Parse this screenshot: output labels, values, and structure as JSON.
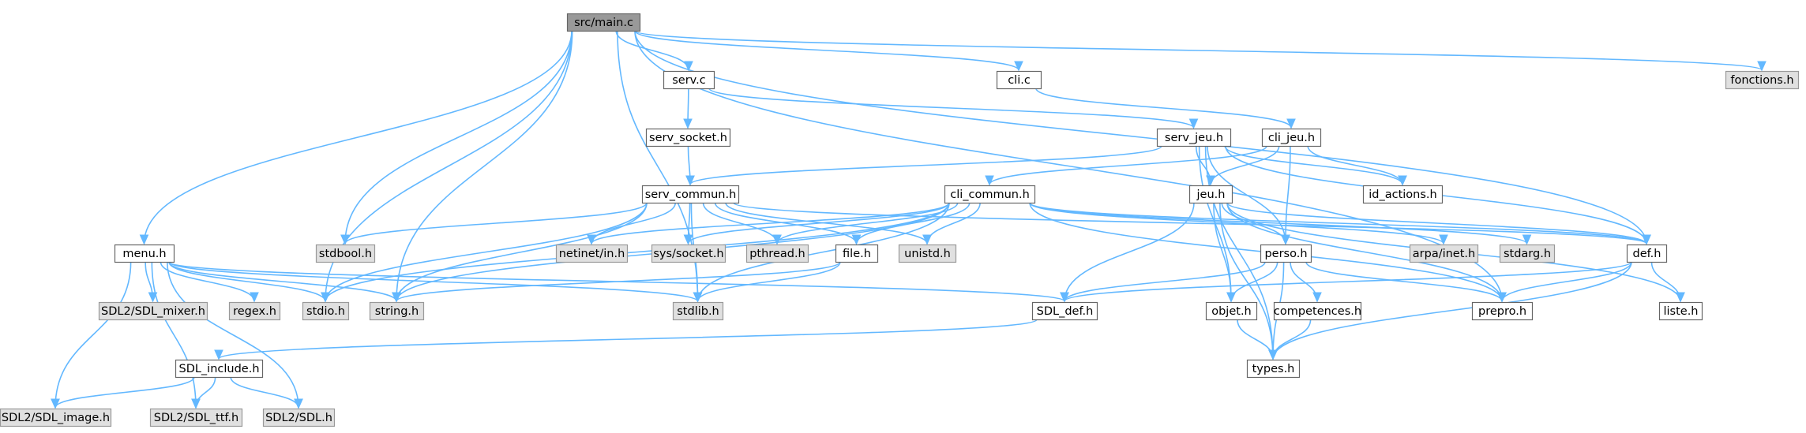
{
  "colors": {
    "edge": "#63b8ff",
    "node_fill": "#ffffff",
    "node_stroke": "#666666",
    "system_fill": "#e0e0e0",
    "system_stroke": "#999999",
    "root_fill": "#999999",
    "root_stroke": "#666666",
    "text": "#000000"
  },
  "nodes": [
    {
      "id": "main_c",
      "label": "src/main.c",
      "kind": "root"
    },
    {
      "id": "menu_h",
      "label": "menu.h",
      "kind": "file"
    },
    {
      "id": "serv_c",
      "label": "serv.c",
      "kind": "file"
    },
    {
      "id": "cli_c",
      "label": "cli.c",
      "kind": "file"
    },
    {
      "id": "fonctions_h",
      "label": "fonctions.h",
      "kind": "system"
    },
    {
      "id": "serv_socket_h",
      "label": "serv_socket.h",
      "kind": "file"
    },
    {
      "id": "serv_jeu_h",
      "label": "serv_jeu.h",
      "kind": "file"
    },
    {
      "id": "cli_jeu_h",
      "label": "cli_jeu.h",
      "kind": "file"
    },
    {
      "id": "serv_commun_h",
      "label": "serv_commun.h",
      "kind": "file"
    },
    {
      "id": "cli_commun_h",
      "label": "cli_commun.h",
      "kind": "file"
    },
    {
      "id": "jeu_h",
      "label": "jeu.h",
      "kind": "file"
    },
    {
      "id": "id_actions_h",
      "label": "id_actions.h",
      "kind": "file"
    },
    {
      "id": "stdbool_h",
      "label": "stdbool.h",
      "kind": "system"
    },
    {
      "id": "netinet_h",
      "label": "netinet/in.h",
      "kind": "system"
    },
    {
      "id": "syssocket_h",
      "label": "sys/socket.h",
      "kind": "system"
    },
    {
      "id": "pthread_h",
      "label": "pthread.h",
      "kind": "system"
    },
    {
      "id": "file_h",
      "label": "file.h",
      "kind": "file"
    },
    {
      "id": "unistd_h",
      "label": "unistd.h",
      "kind": "system"
    },
    {
      "id": "arpainet_h",
      "label": "arpa/inet.h",
      "kind": "system"
    },
    {
      "id": "stdarg_h",
      "label": "stdarg.h",
      "kind": "system"
    },
    {
      "id": "def_h",
      "label": "def.h",
      "kind": "file"
    },
    {
      "id": "perso_h",
      "label": "perso.h",
      "kind": "file"
    },
    {
      "id": "sdl_mixer_h",
      "label": "SDL2/SDL_mixer.h",
      "kind": "system"
    },
    {
      "id": "regex_h",
      "label": "regex.h",
      "kind": "system"
    },
    {
      "id": "stdio_h",
      "label": "stdio.h",
      "kind": "system"
    },
    {
      "id": "string_h",
      "label": "string.h",
      "kind": "system"
    },
    {
      "id": "stdlib_h",
      "label": "stdlib.h",
      "kind": "system"
    },
    {
      "id": "sdl_def_h",
      "label": "SDL_def.h",
      "kind": "file"
    },
    {
      "id": "objet_h",
      "label": "objet.h",
      "kind": "file"
    },
    {
      "id": "competences_h",
      "label": "competences.h",
      "kind": "file"
    },
    {
      "id": "prepro_h",
      "label": "prepro.h",
      "kind": "file"
    },
    {
      "id": "liste_h",
      "label": "liste.h",
      "kind": "file"
    },
    {
      "id": "sdl_include_h",
      "label": "SDL_include.h",
      "kind": "file"
    },
    {
      "id": "types_h",
      "label": "types.h",
      "kind": "file"
    },
    {
      "id": "sdl_image_h",
      "label": "SDL2/SDL_image.h",
      "kind": "system"
    },
    {
      "id": "sdl_ttf_h",
      "label": "SDL2/SDL_ttf.h",
      "kind": "system"
    },
    {
      "id": "sdl_h",
      "label": "SDL2/SDL.h",
      "kind": "system"
    }
  ],
  "edges": [
    [
      "main_c",
      "menu_h"
    ],
    [
      "main_c",
      "serv_c"
    ],
    [
      "main_c",
      "cli_c"
    ],
    [
      "main_c",
      "fonctions_h"
    ],
    [
      "main_c",
      "stdbool_h"
    ],
    [
      "main_c",
      "stdio_h"
    ],
    [
      "main_c",
      "string_h"
    ],
    [
      "main_c",
      "stdlib_h"
    ],
    [
      "main_c",
      "def_h"
    ],
    [
      "main_c",
      "prepro_h"
    ],
    [
      "serv_c",
      "serv_socket_h"
    ],
    [
      "serv_c",
      "serv_jeu_h"
    ],
    [
      "cli_c",
      "cli_jeu_h"
    ],
    [
      "serv_socket_h",
      "serv_commun_h"
    ],
    [
      "serv_jeu_h",
      "serv_commun_h"
    ],
    [
      "serv_jeu_h",
      "jeu_h"
    ],
    [
      "serv_jeu_h",
      "id_actions_h"
    ],
    [
      "serv_jeu_h",
      "perso_h"
    ],
    [
      "serv_jeu_h",
      "objet_h"
    ],
    [
      "serv_jeu_h",
      "types_h"
    ],
    [
      "serv_jeu_h",
      "def_h"
    ],
    [
      "cli_jeu_h",
      "cli_commun_h"
    ],
    [
      "cli_jeu_h",
      "jeu_h"
    ],
    [
      "cli_jeu_h",
      "id_actions_h"
    ],
    [
      "cli_jeu_h",
      "perso_h"
    ],
    [
      "serv_commun_h",
      "stdbool_h"
    ],
    [
      "serv_commun_h",
      "netinet_h"
    ],
    [
      "serv_commun_h",
      "syssocket_h"
    ],
    [
      "serv_commun_h",
      "pthread_h"
    ],
    [
      "serv_commun_h",
      "file_h"
    ],
    [
      "serv_commun_h",
      "unistd_h"
    ],
    [
      "serv_commun_h",
      "stdio_h"
    ],
    [
      "serv_commun_h",
      "string_h"
    ],
    [
      "serv_commun_h",
      "stdlib_h"
    ],
    [
      "serv_commun_h",
      "def_h"
    ],
    [
      "cli_commun_h",
      "netinet_h"
    ],
    [
      "cli_commun_h",
      "syssocket_h"
    ],
    [
      "cli_commun_h",
      "pthread_h"
    ],
    [
      "cli_commun_h",
      "file_h"
    ],
    [
      "cli_commun_h",
      "unistd_h"
    ],
    [
      "cli_commun_h",
      "arpainet_h"
    ],
    [
      "cli_commun_h",
      "stdarg_h"
    ],
    [
      "cli_commun_h",
      "def_h"
    ],
    [
      "cli_commun_h",
      "stdio_h"
    ],
    [
      "cli_commun_h",
      "string_h"
    ],
    [
      "cli_commun_h",
      "stdlib_h"
    ],
    [
      "cli_commun_h",
      "prepro_h"
    ],
    [
      "jeu_h",
      "perso_h"
    ],
    [
      "jeu_h",
      "objet_h"
    ],
    [
      "jeu_h",
      "sdl_def_h"
    ],
    [
      "jeu_h",
      "def_h"
    ],
    [
      "jeu_h",
      "prepro_h"
    ],
    [
      "jeu_h",
      "liste_h"
    ],
    [
      "jeu_h",
      "types_h"
    ],
    [
      "file_h",
      "string_h"
    ],
    [
      "file_h",
      "stdlib_h"
    ],
    [
      "def_h",
      "sdl_def_h"
    ],
    [
      "def_h",
      "liste_h"
    ],
    [
      "def_h",
      "prepro_h"
    ],
    [
      "def_h",
      "types_h"
    ],
    [
      "perso_h",
      "sdl_def_h"
    ],
    [
      "perso_h",
      "objet_h"
    ],
    [
      "perso_h",
      "competences_h"
    ],
    [
      "perso_h",
      "prepro_h"
    ],
    [
      "perso_h",
      "types_h"
    ],
    [
      "menu_h",
      "sdl_mixer_h"
    ],
    [
      "menu_h",
      "regex_h"
    ],
    [
      "menu_h",
      "stdio_h"
    ],
    [
      "menu_h",
      "string_h"
    ],
    [
      "menu_h",
      "stdlib_h"
    ],
    [
      "menu_h",
      "sdl_def_h"
    ],
    [
      "menu_h",
      "sdl_image_h"
    ],
    [
      "menu_h",
      "sdl_ttf_h"
    ],
    [
      "menu_h",
      "sdl_h"
    ],
    [
      "sdl_def_h",
      "sdl_include_h"
    ],
    [
      "objet_h",
      "types_h"
    ],
    [
      "competences_h",
      "types_h"
    ],
    [
      "sdl_include_h",
      "sdl_image_h"
    ],
    [
      "sdl_include_h",
      "sdl_ttf_h"
    ],
    [
      "sdl_include_h",
      "sdl_h"
    ]
  ]
}
